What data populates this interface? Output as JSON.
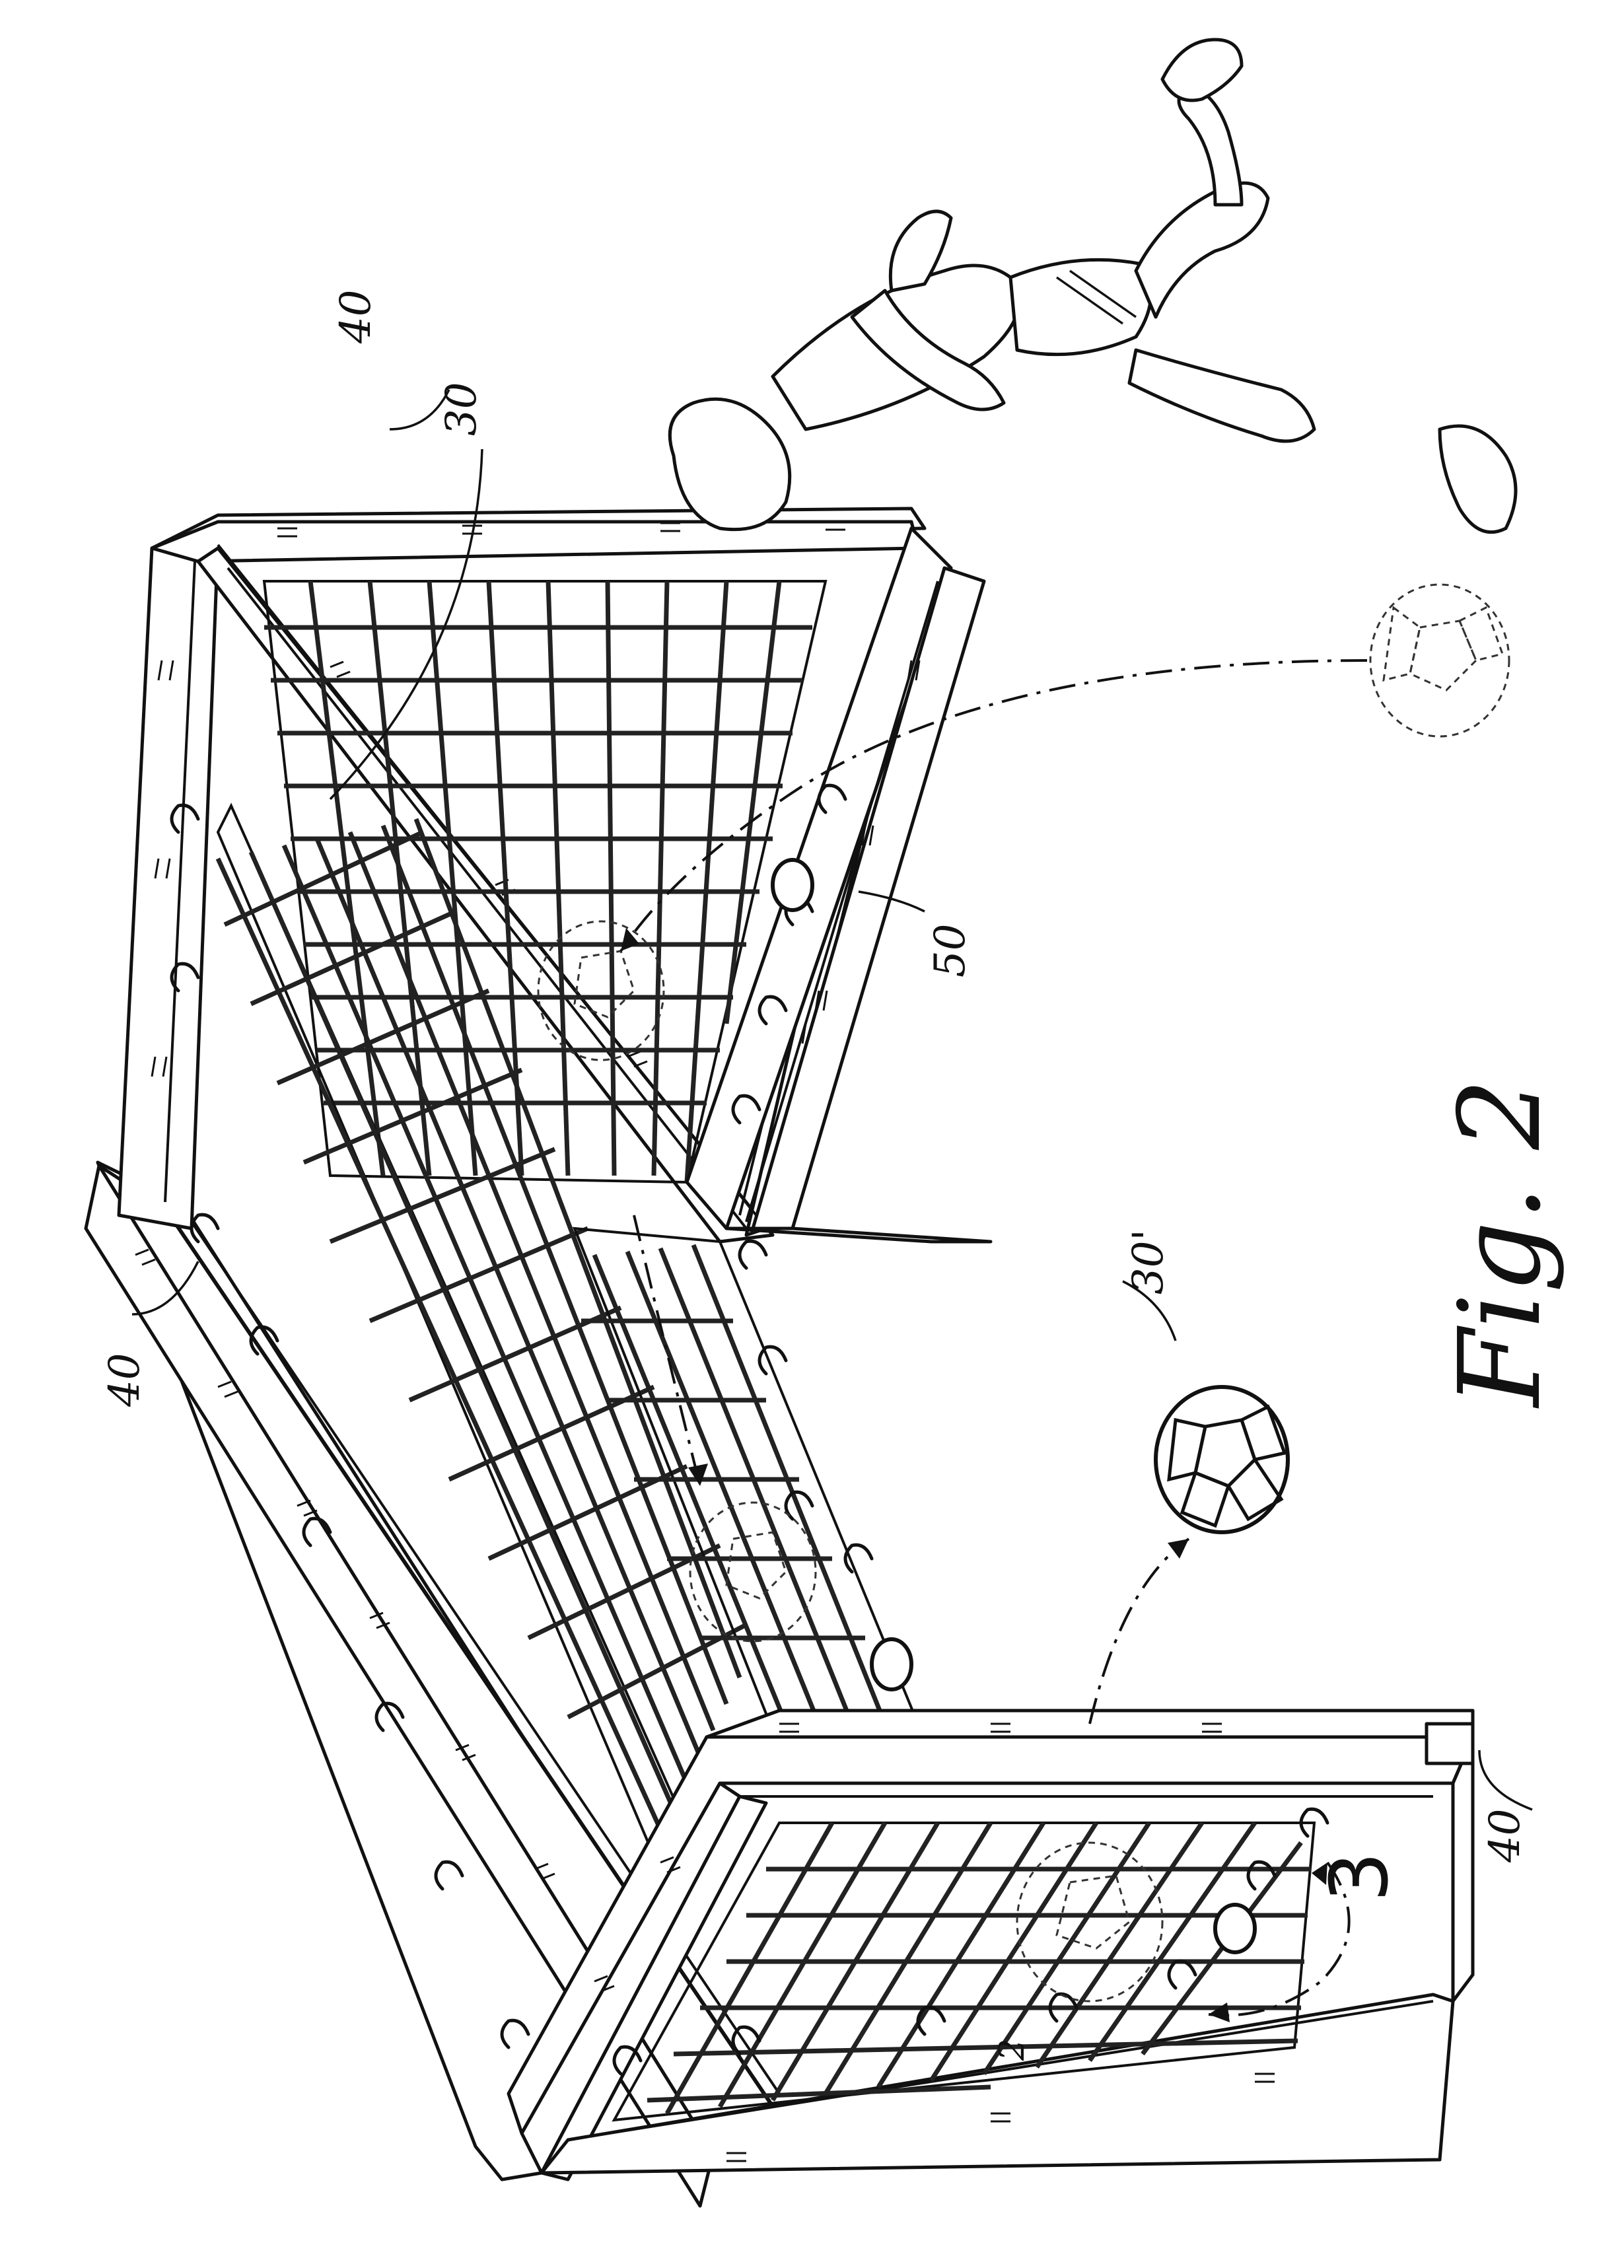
{
  "figure": {
    "caption": "Fig. 2",
    "section_marker": "3",
    "corner_mark": "2",
    "reference_numerals": {
      "frame_top": "40",
      "frame_left": "40",
      "frame_right": "40",
      "target_grid": "30",
      "moving_ball": "30'",
      "sensor": "50"
    }
  }
}
